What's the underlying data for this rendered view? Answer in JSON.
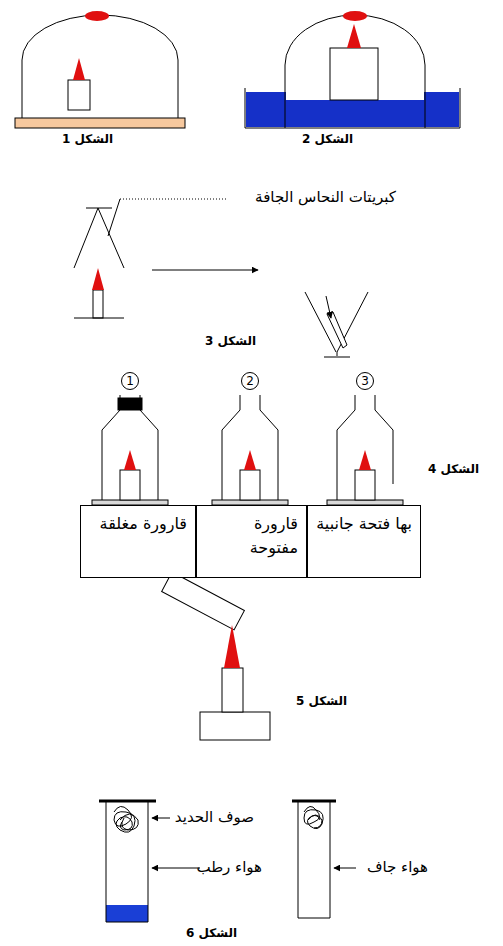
{
  "diagram": {
    "nodes": [
      {
        "text": [
          "1"
        ]
      },
      {
        "text": [
          "2"
        ]
      },
      {
        "text": [
          "3"
        ]
      },
      {
        "text": [
          "قارورة مغلقة"
        ]
      },
      {
        "text": [
          "قارورة مفتوحة"
        ]
      },
      {
        "text": [
          "بها فتحة جانبية"
        ]
      }
    ],
    "labels": [
      "الشكل 1",
      "الشكل 2",
      "كبريتات النحاس الجافة",
      "الشكل 3",
      "الشكل 4",
      "الشكل 5",
      "صوف الحديد",
      "هواء رطب",
      "هواء جاف",
      "الشكل 6"
    ]
  }
}
